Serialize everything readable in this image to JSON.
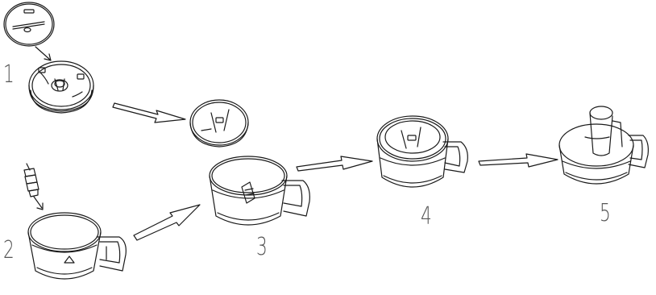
{
  "steps": [
    {
      "number": "1",
      "parts": [
        "blade-disc",
        "disc-holder"
      ]
    },
    {
      "number": "2",
      "parts": [
        "drive-shaft",
        "work-bowl"
      ]
    },
    {
      "number": "3",
      "parts": [
        "disc-assembly",
        "bowl-with-shaft"
      ]
    },
    {
      "number": "4",
      "parts": [
        "bowl-with-disc"
      ]
    },
    {
      "number": "5",
      "parts": [
        "bowl-with-lid-and-feed-tube"
      ]
    }
  ],
  "colors": {
    "line": "#1a1a1a",
    "label": "#555555",
    "background": "#ffffff"
  },
  "icons": [
    "arrow-right-icon",
    "arrow-down-icon"
  ]
}
